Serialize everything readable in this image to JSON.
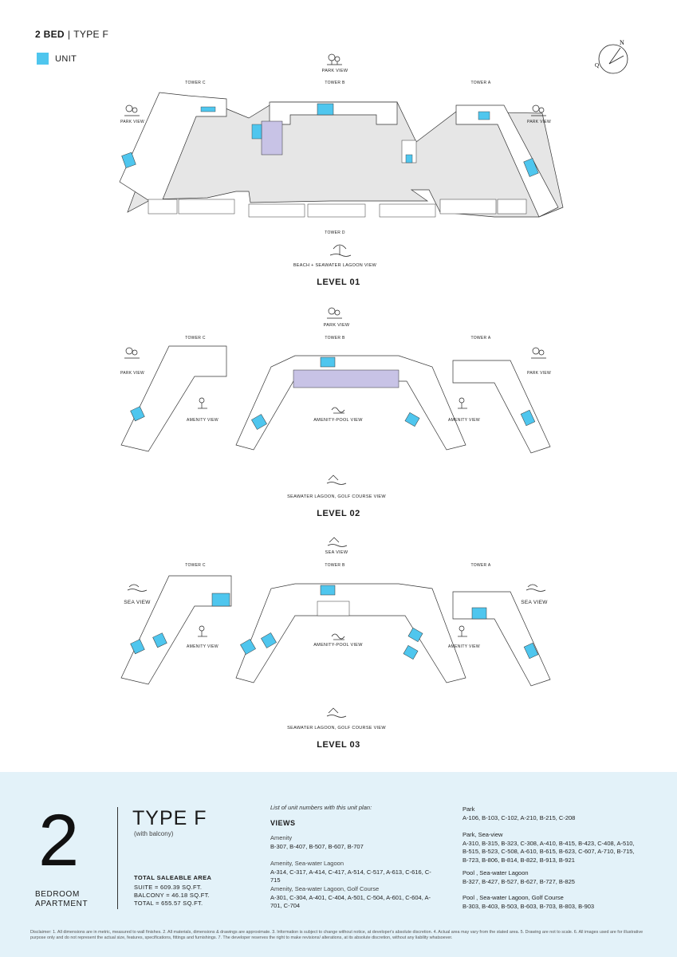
{
  "header": {
    "beds": "2 BED",
    "separator": "|",
    "type": "TYPE F"
  },
  "legend": {
    "label": "UNIT"
  },
  "compass": {
    "north": "N",
    "other": "Q"
  },
  "towers": {
    "a": "TOWER A",
    "b": "TOWER B",
    "c": "TOWER C",
    "d": "TOWER D"
  },
  "level01": {
    "title": "LEVEL 01",
    "view_top": "PARK VIEW",
    "view_left": "PARK VIEW",
    "view_right": "PARK VIEW",
    "view_bottom": "BEACH + SEAWATER LAGOON VIEW"
  },
  "level02": {
    "title": "LEVEL 02",
    "view_top": "PARK VIEW",
    "view_left": "PARK VIEW",
    "view_right": "PARK VIEW",
    "view_amenity_left": "AMENITY VIEW",
    "view_amenity_right": "AMENITY VIEW",
    "view_center": "AMENITY-POOL VIEW",
    "view_bottom": "SEAWATER LAGOON, GOLF COURSE VIEW"
  },
  "level03": {
    "title": "LEVEL 03",
    "view_top": "SEA VIEW",
    "view_left": "SEA VIEW",
    "view_right": "SEA VIEW",
    "view_amenity_left": "AMENITY VIEW",
    "view_amenity_right": "AMENITY VIEW",
    "view_center": "AMENITY-POOL VIEW",
    "view_bottom": "SEAWATER LAGOON, GOLF COURSE VIEW"
  },
  "summary": {
    "number": "2",
    "bedroom_line1": "BEDROOM",
    "bedroom_line2": "APARTMENT",
    "type": "TYPE F",
    "balcony_note": "(with balcony)",
    "total_area_title": "TOTAL SALEABLE AREA",
    "suite": "SUITE = 609.39 SQ.FT.",
    "balcony": "BALCONY = 46.18 SQ.FT.",
    "total": "TOTAL = 655.57 SQ.FT.",
    "list_heading": "List of unit numbers with this unit plan:",
    "views_heading": "VIEWS",
    "groups_left": [
      {
        "title": "Amenity",
        "units": "B-307, B-407, B-507, B-607, B-707"
      },
      {
        "title": "Amenity, Sea-water Lagoon",
        "units": "A-314, C-317, A-414, C-417, A-514, C-517, A-613, C-616, C-715"
      },
      {
        "title": "Amenity, Sea-water Lagoon, Golf Course",
        "units": "A-301, C-304, A-401, C-404, A-501, C-504, A-601, C-604, A-701, C-704"
      }
    ],
    "groups_right": [
      {
        "title": "Park",
        "units": "A-106, B-103, C-102, A-210, B-215, C-208"
      },
      {
        "title": "Park, Sea-view",
        "units": "A-310, B-315, B-323, C-308, A-410, B-415, B-423, C-408, A-510, B-515, B-523, C-508, A-610, B-615, B-623, C-607, A-710, B-715, B-723, B-806, B-814, B-822, B-913, B-921"
      },
      {
        "title": "Pool , Sea-water Lagoon",
        "units": "B-327, B-427, B-527, B-627, B-727, B-825"
      },
      {
        "title": "Pool , Sea-water Lagoon, Golf Course",
        "units": "B-303, B-403, B-503, B-603, B-703, B-803, B-903"
      }
    ]
  },
  "disclaimer": "Disclaimer: 1. All dimensions are in metric, measured to wall finishes. 2. All materials, dimensions & drawings are approximate. 3. Information is subject to change without notice, at developer's absolute discretion. 4. Actual area may vary from the stated area. 5. Drawing are not to scale. 6. All images used are for illustrative purpose only and do not represent the actual size, features, specifications, fittings and furnishings. 7. The developer reserves the right to make revisions/ alterations, at its absolute discretion, without any liability whatsoever.",
  "colors": {
    "unit_highlight": "#4fc6ee",
    "footer_bg": "#e3f2f9",
    "podium": "#e6e6e6",
    "core": "#c8c3e6"
  }
}
